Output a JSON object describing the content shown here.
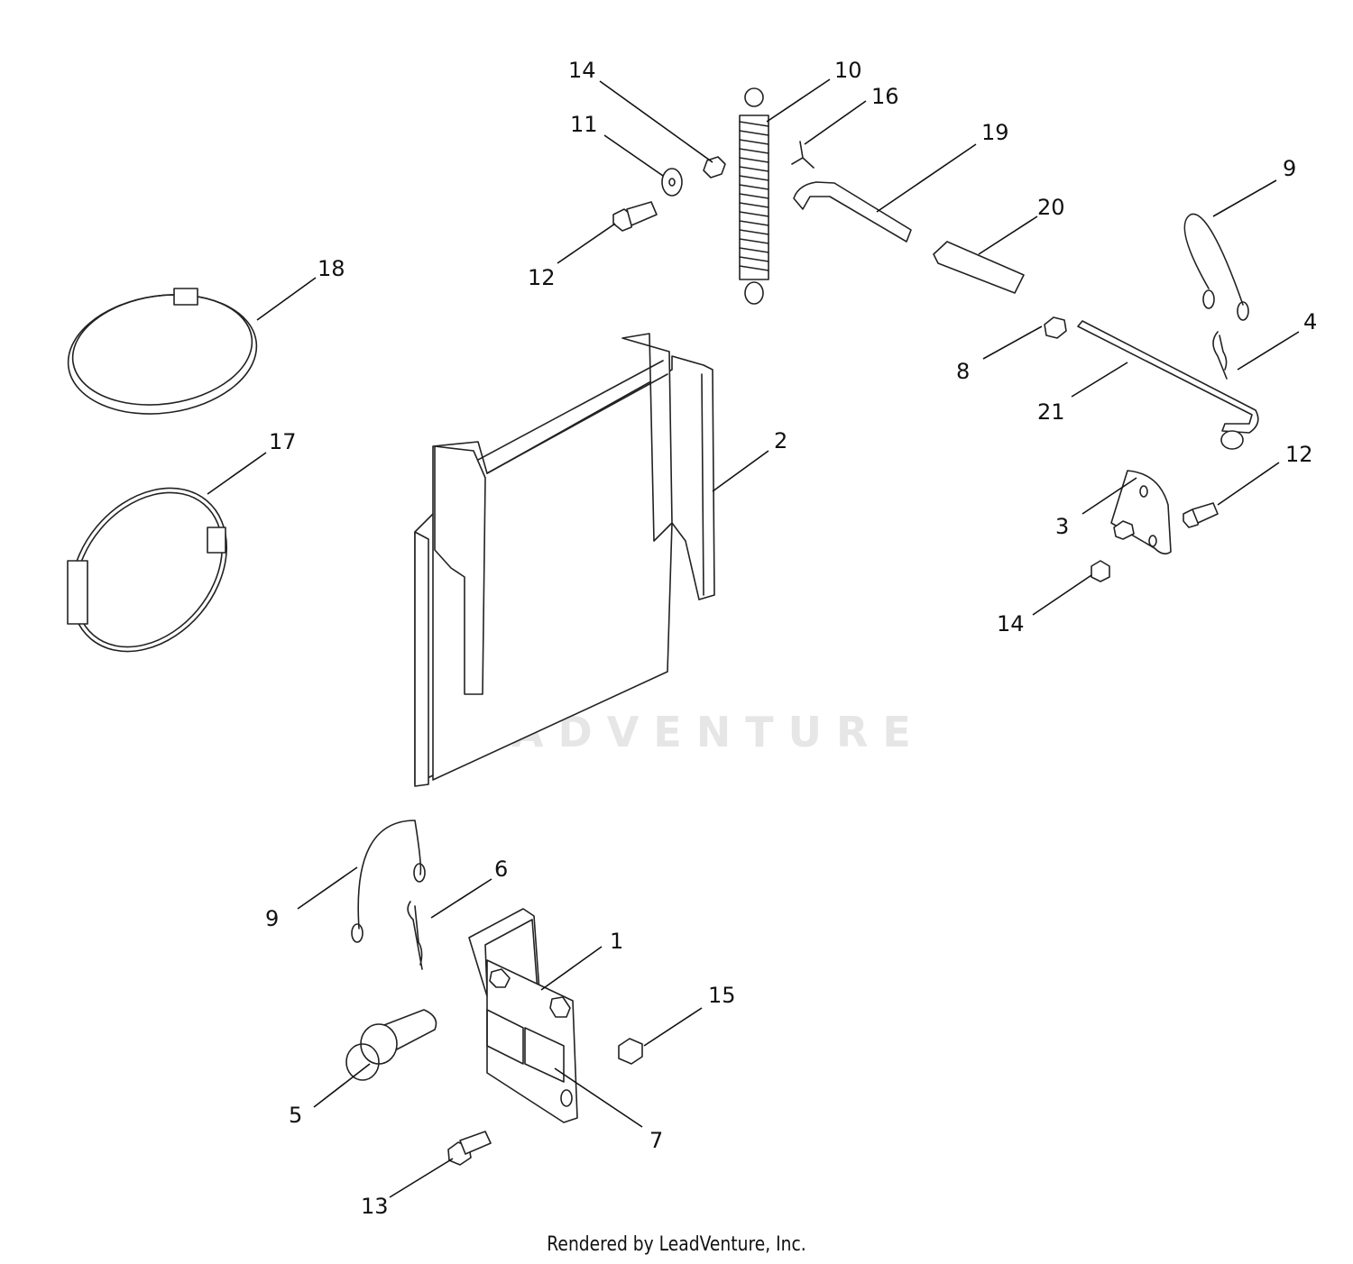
{
  "watermark": "LEADVENTURE",
  "footer": "Rendered by LeadVenture, Inc.",
  "callouts": [
    "1",
    "2",
    "3",
    "4",
    "5",
    "6",
    "7",
    "8",
    "9",
    "9",
    "10",
    "11",
    "12",
    "12",
    "13",
    "14",
    "14",
    "15",
    "16",
    "17",
    "18",
    "19",
    "20",
    "21"
  ]
}
